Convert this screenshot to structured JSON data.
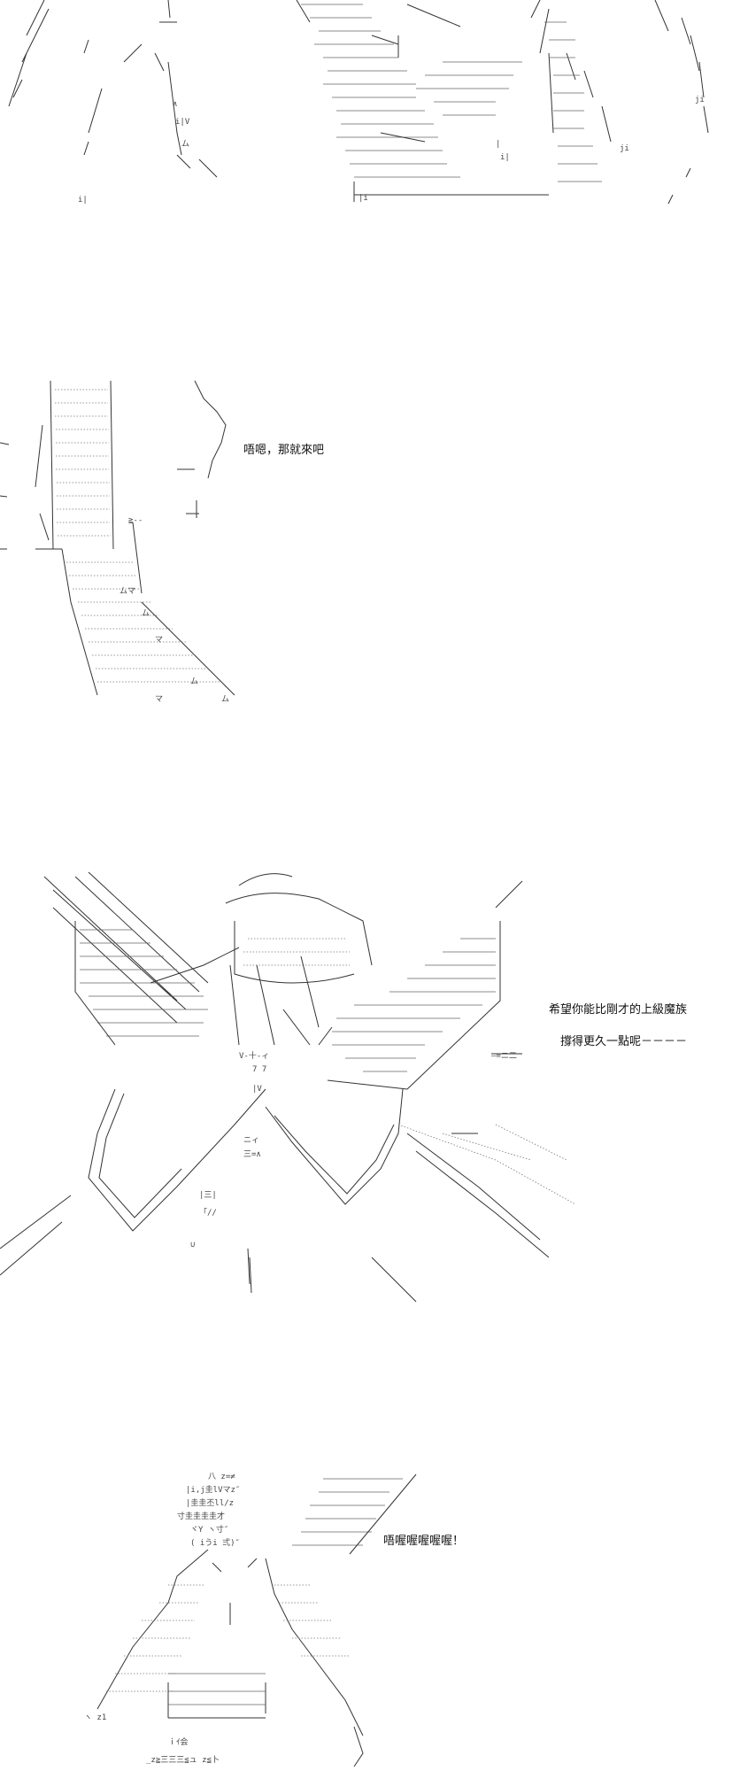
{
  "panels": [
    {
      "id": "panel-1",
      "dialogue": []
    },
    {
      "id": "panel-2",
      "dialogue": [
        "唔嗯，那就來吧"
      ]
    },
    {
      "id": "panel-3",
      "dialogue": [
        "希望你能比剛才的上級魔族",
        "撐得更久一點呢－－－－"
      ]
    },
    {
      "id": "panel-4",
      "dialogue": [
        "唔喔喔喔喔喔！"
      ]
    }
  ]
}
